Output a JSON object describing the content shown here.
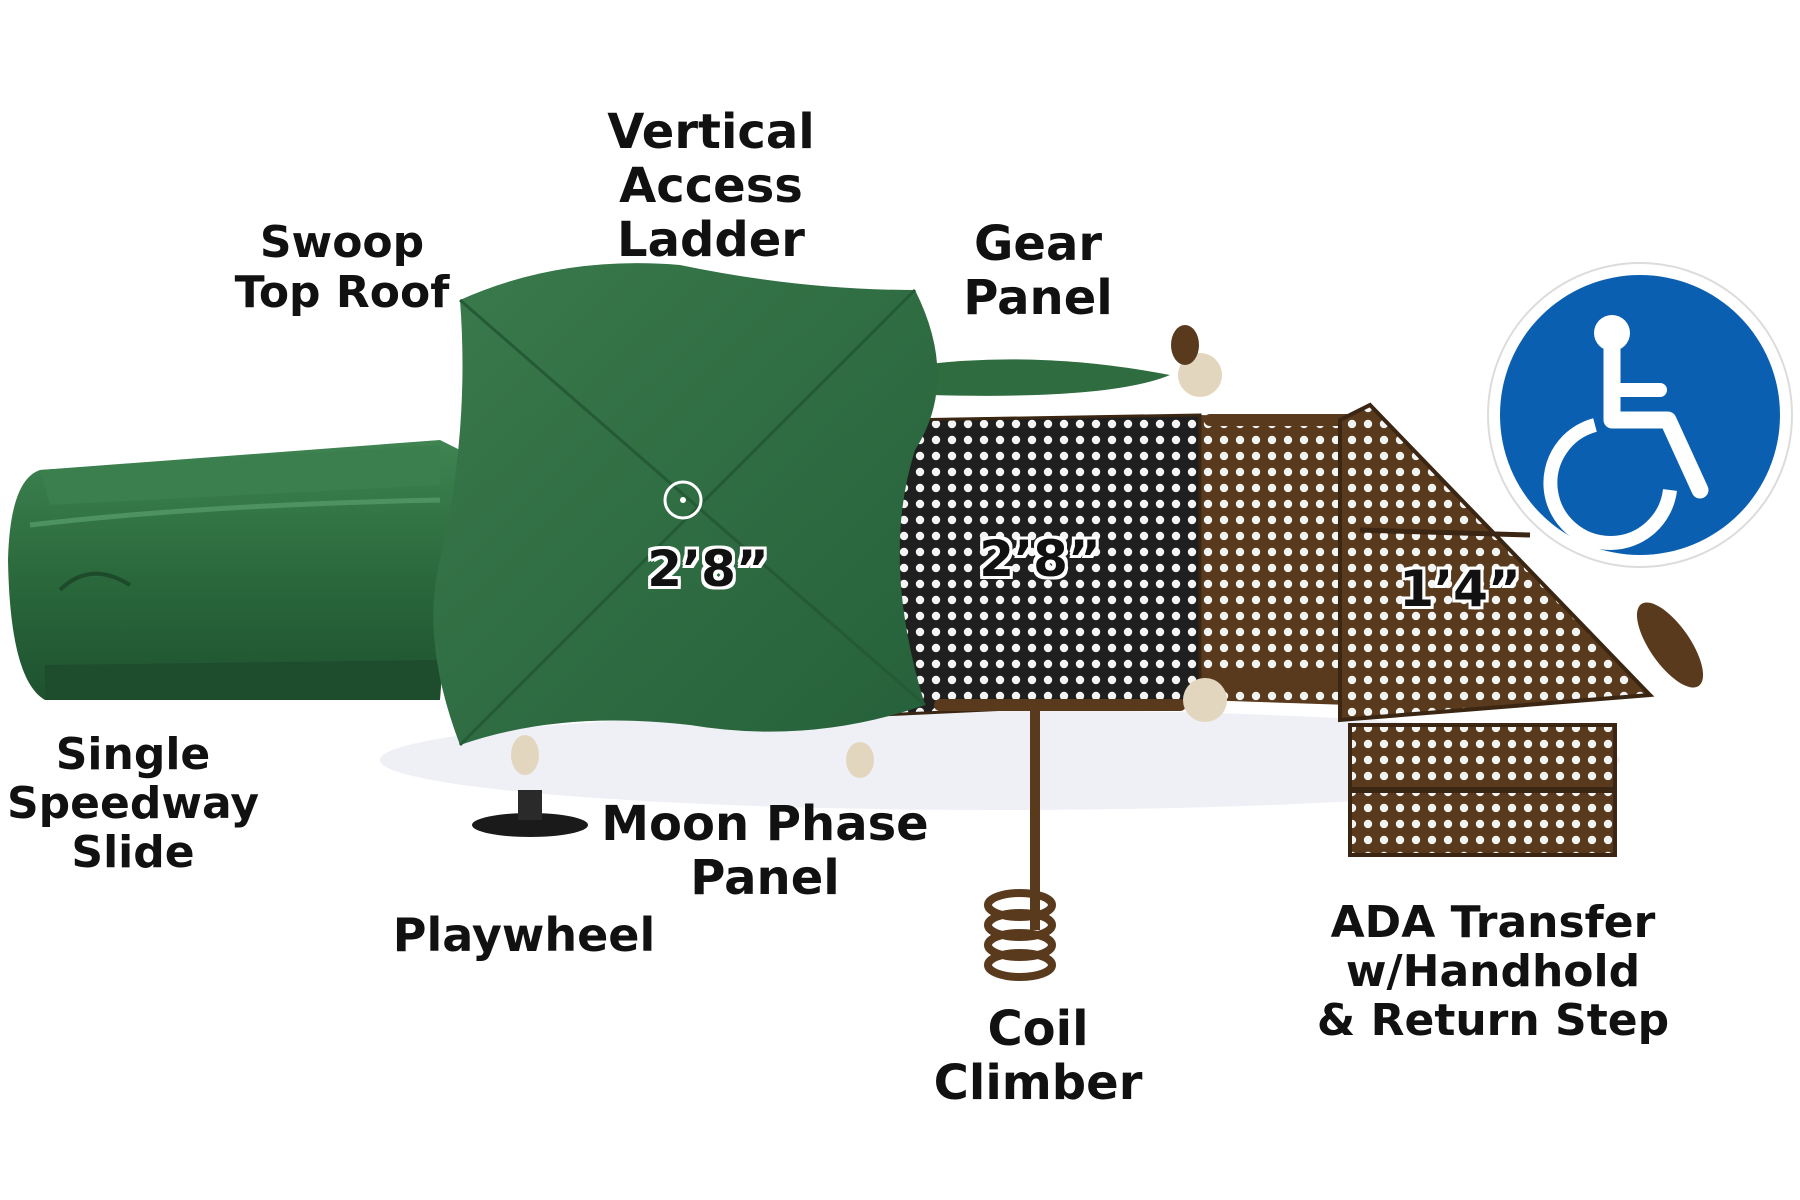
{
  "labels": {
    "swoop_roof": [
      "Swoop",
      "Top Roof"
    ],
    "ladder": [
      "Vertical",
      "Access",
      "Ladder"
    ],
    "gear_panel": [
      "Gear",
      "Panel"
    ],
    "slide": [
      "Single",
      "Speedway",
      "Slide"
    ],
    "moon_panel": [
      "Moon Phase",
      "Panel"
    ],
    "playwheel": [
      "Playwheel"
    ],
    "coil_climber": [
      "Coil",
      "Climber"
    ],
    "ada_transfer": [
      "ADA Transfer",
      "w/Handhold",
      "& Return Step"
    ]
  },
  "dimensions": {
    "roof_deck": "2’8”",
    "main_deck": "2’8”",
    "transfer_deck": "1’4”"
  },
  "icons": {
    "accessibility": "wheelchair-icon"
  },
  "colors": {
    "green": "#2e6b3f",
    "brown": "#5a3a1d",
    "tan": "#e3d6bf",
    "ada_blue": "#0a5fb0"
  }
}
